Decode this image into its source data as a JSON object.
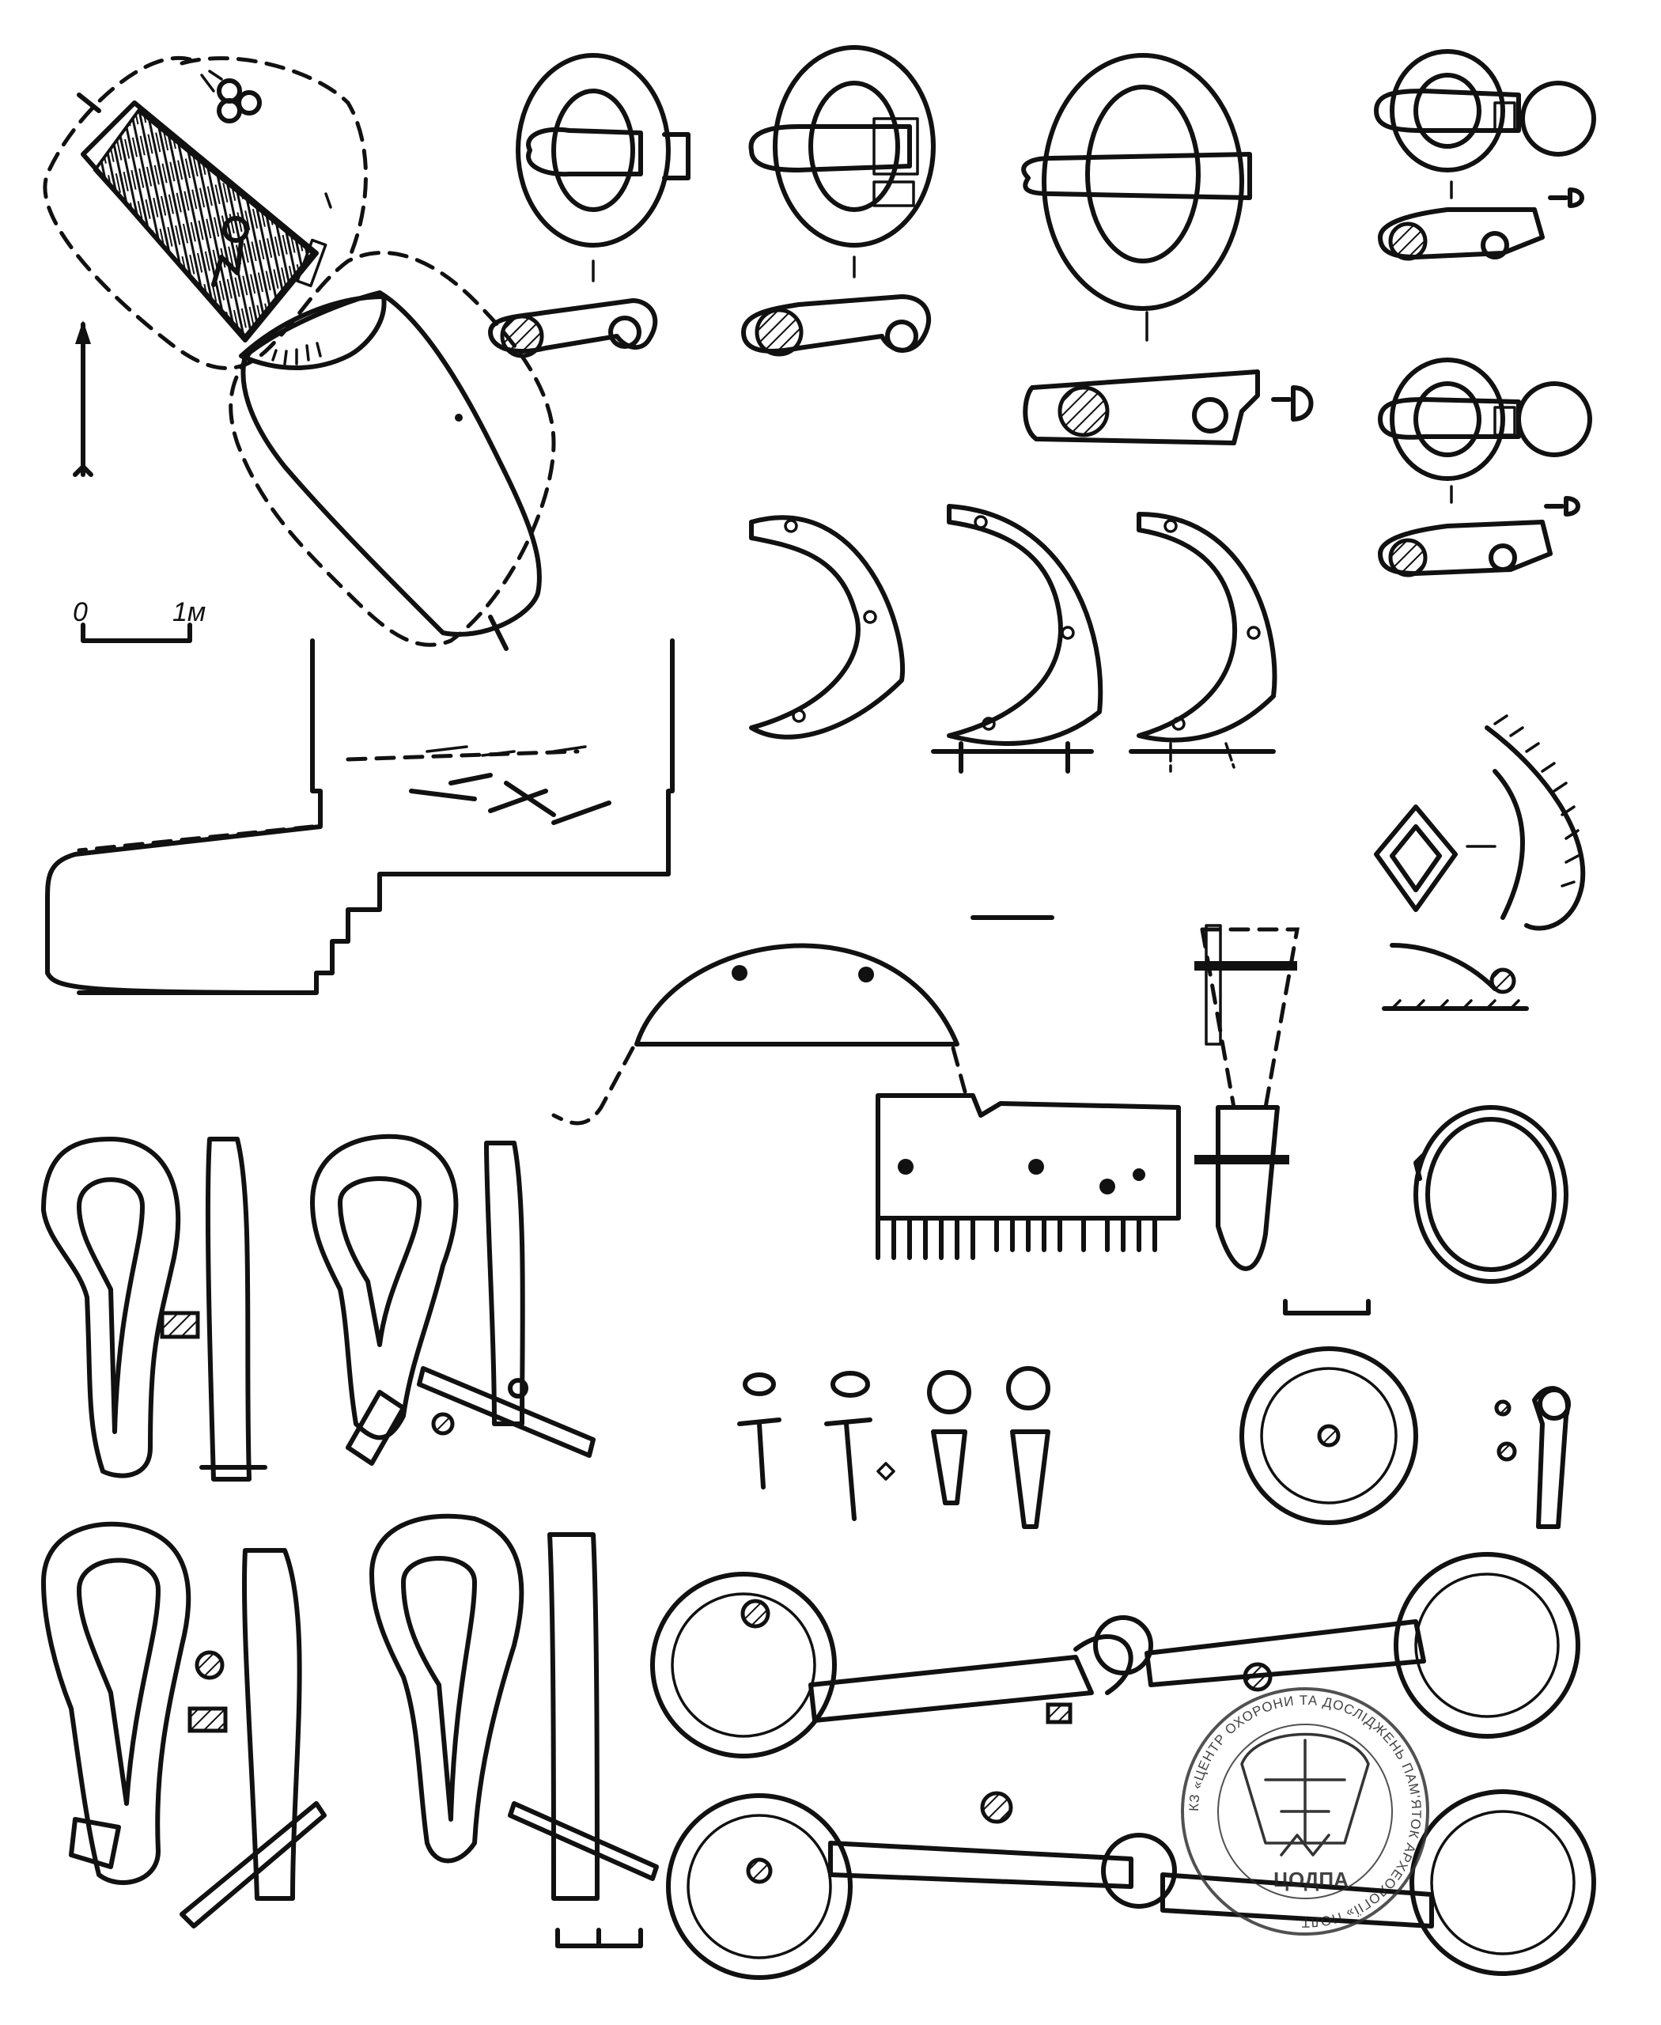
{
  "plate": {
    "scale_main": {
      "start_label": "0",
      "end_label": "1м"
    }
  },
  "watermark": {
    "org_text": "КЗ «ЦЕНТР ОХОРОНИ ТА ДОСЛІДЖЕНЬ ПАМ'ЯТОК АРХЕОЛОГІЇ» ПОЛТАВСЬКОЇ ОБЛАСНОЇ РАДИ",
    "acronym": "ЦОДПА"
  },
  "colors": {
    "ink": "#111111",
    "paper": "#ffffff"
  }
}
